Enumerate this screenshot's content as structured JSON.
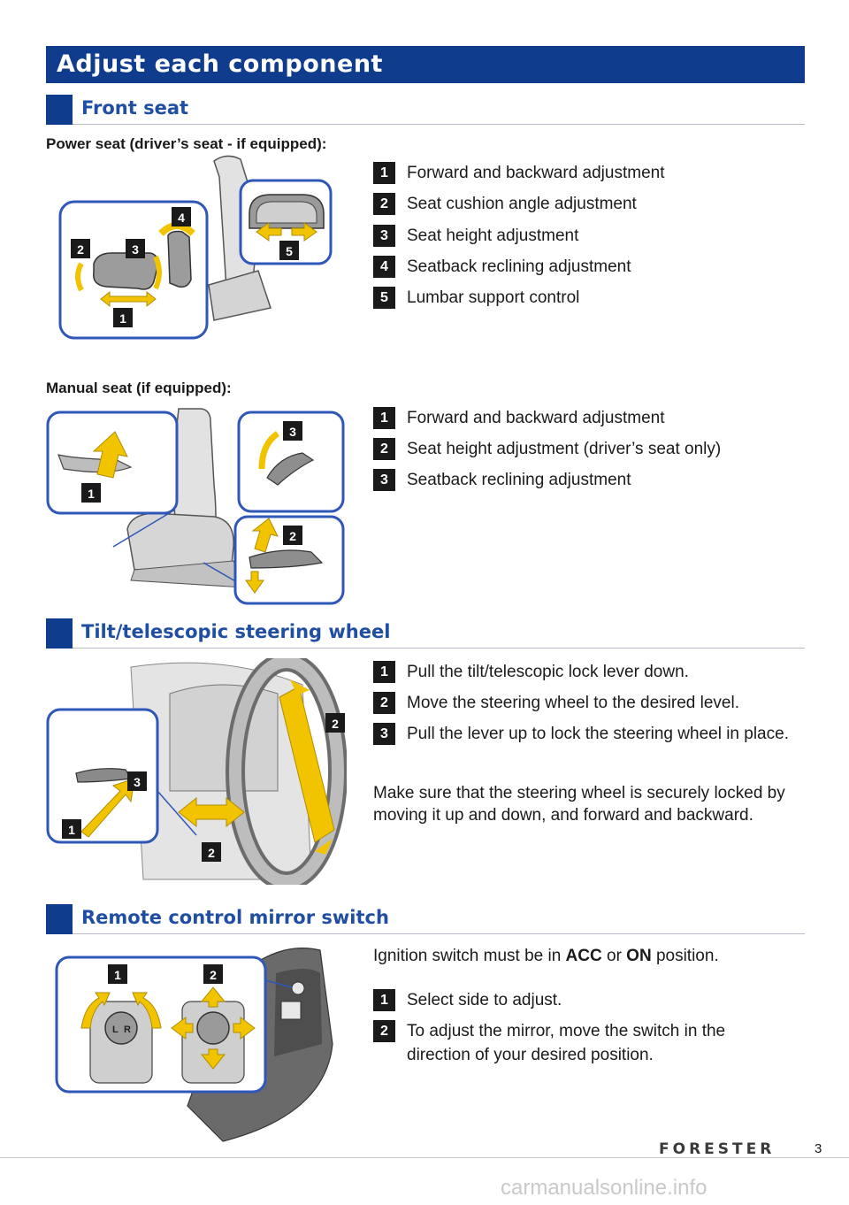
{
  "banner": "Adjust each component",
  "sections": {
    "front_seat": "Front seat",
    "steering": "Tilt/telescopic steering wheel",
    "mirror": "Remote control mirror switch"
  },
  "power_seat": {
    "heading": "Power seat (driver’s seat - if equipped):",
    "steps": [
      {
        "n": "1",
        "text": "Forward and backward adjustment"
      },
      {
        "n": "2",
        "text": "Seat cushion angle adjustment"
      },
      {
        "n": "3",
        "text": "Seat height adjustment"
      },
      {
        "n": "4",
        "text": "Seatback reclining adjustment"
      },
      {
        "n": "5",
        "text": "Lumbar support control"
      }
    ]
  },
  "manual_seat": {
    "heading": "Manual seat (if equipped):",
    "steps": [
      {
        "n": "1",
        "text": "Forward and backward adjustment"
      },
      {
        "n": "2",
        "text": "Seat height adjustment (driver’s seat only)"
      },
      {
        "n": "3",
        "text": "Seatback reclining adjustment"
      }
    ]
  },
  "steering_wheel": {
    "steps": [
      {
        "n": "1",
        "text": "Pull the tilt/telescopic lock lever down."
      },
      {
        "n": "2",
        "text": "Move the steering wheel to the desired level."
      },
      {
        "n": "3",
        "text": "Pull the lever up to lock the steering wheel in place."
      }
    ],
    "note": "Make sure that the steering wheel is securely locked by moving it up and down, and forward and backward."
  },
  "mirror_switch": {
    "intro_pre": "Ignition switch must be in ",
    "intro_acc": "ACC",
    "intro_or": " or ",
    "intro_on": "ON",
    "intro_post": " position.",
    "steps": [
      {
        "n": "1",
        "text": "Select side to adjust."
      },
      {
        "n": "2",
        "text": "To adjust the mirror, move the switch in the direction of your desired position."
      }
    ],
    "switch_left": "L",
    "switch_right": "R"
  },
  "footer": {
    "brand": "FORESTER",
    "page": "3",
    "watermark": "carmanualsonline.info"
  },
  "colors": {
    "brand_blue": "#0f3c8c",
    "heading_blue": "#1f4ea3",
    "arrow_yellow": "#f2c400",
    "frame_blue": "#2f57b8"
  }
}
